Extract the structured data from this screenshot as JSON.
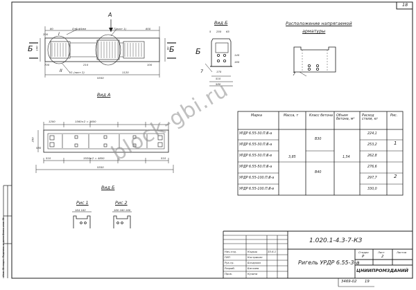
{
  "sheet": {
    "page_number": "18",
    "side_label": "Инв. № подл. Подпись и дата Взам. инв. №",
    "footer_code": "3469-02",
    "footer_page": "19"
  },
  "watermark": "block-gbi.ru",
  "plan": {
    "cut_left": "Б",
    "cut_right": "Б",
    "arrow_a": "A",
    "label_i": "I",
    "label_ii": "II",
    "d_80": "80",
    "d_200": "200",
    "d_700": "700",
    "d_100": "100",
    "d_210": "210",
    "d_1120": "1120",
    "d_800": "800",
    "d_140": "140",
    "d_80b": "80",
    "d_5550": "5550",
    "note_k1": "K1 (лист 2)",
    "note_top": "Отб.ф5мм",
    "note_t1": "Т(лист 1)"
  },
  "view_b_top": {
    "title": "Вид Б",
    "d_5": "5",
    "d_250": "250",
    "d_65": "65",
    "d_170": "170",
    "d_140": "140",
    "d_160": "160",
    "d_510": "510",
    "d_580": "580",
    "mark_7": "7",
    "mark_b": "Б"
  },
  "reinforcement": {
    "title_line1": "Расположение напрягаемой",
    "title_line2": "арматуры",
    "mark_7": "7"
  },
  "view_a": {
    "title": "Вид А",
    "d_1200": "1200",
    "d_spacing": "1560×2 = 3600",
    "d_5550": "5550",
    "d_bottom": "1920×2 = 4800",
    "d_510_l": "510",
    "d_510_r": "510",
    "d_580": "580",
    "d_250": "250"
  },
  "view_b_bottom": {
    "title": "Вид Б"
  },
  "figures": {
    "fig1_title": "Рис 1",
    "fig2_title": "Рис 2",
    "fig1_dims": "164 182",
    "fig2_dims": "160 160 160"
  },
  "table": {
    "headers": [
      "Марка",
      "Масса, т",
      "Класс бетона",
      "Объем бетона, м³",
      "Расход стали, кг",
      "Рис."
    ],
    "rows": [
      {
        "mark": "УРДР 6.55-30.П.Ⅲ-а",
        "steel": "224,1"
      },
      {
        "mark": "УРДР 6.55-30.П.Ⅲ-а",
        "steel": "253,2"
      },
      {
        "mark": "УРДР 6.55-30.П.Ⅲ-в",
        "steel": "262,8"
      },
      {
        "mark": "УРДР 6.55-50.П.Ⅲ-а",
        "steel": "276,6"
      },
      {
        "mark": "УРДР 6.55-100.П.Ⅲ-а",
        "steel": "297,7"
      },
      {
        "mark": "УРДР 6.55-100.П.Ⅲ-в",
        "steel": "330,0"
      }
    ],
    "mass": "3,85",
    "class_1": "В30",
    "class_2": "В40",
    "volume": "1,54",
    "fig_1": "1",
    "fig_2": "2"
  },
  "stamp": {
    "code": "1.020.1-4.3-7-КЗ",
    "title": "Ригель УРДР 6.55-3-а",
    "stage_label": "Стадия",
    "sheet_label": "Лист",
    "sheets_label": "Листов",
    "stage": "Р",
    "sheet": "2",
    "sheets": "",
    "org": "ЦНИИПРОМЗДАНИЙ",
    "people": [
      {
        "role": "Нач.отд.",
        "name": "Кодыш",
        "date": "ЗЗ.6.1"
      },
      {
        "role": "ГИП",
        "name": "Кострикин",
        "date": ""
      },
      {
        "role": "Рук.гр.",
        "name": "Бочарова",
        "date": ""
      },
      {
        "role": "Разраб.",
        "name": "Баглаев",
        "date": ""
      },
      {
        "role": "Пров.",
        "name": "Кузина",
        "date": ""
      }
    ]
  }
}
